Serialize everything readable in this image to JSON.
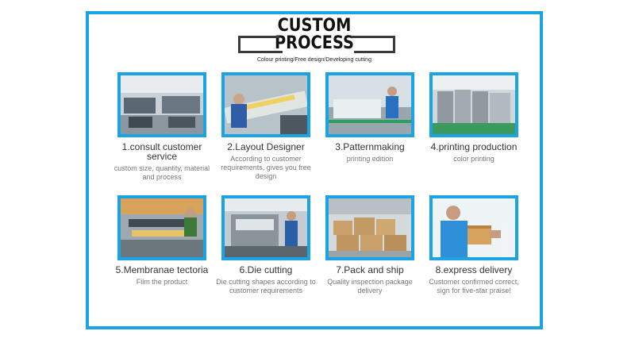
{
  "header": {
    "title_line1": "CUSTOM",
    "title_line2": "PROCESS",
    "subtitle": "Colour printing/Free design/Developing cutting"
  },
  "colors": {
    "accent": "#1ba3e3",
    "title": "#111111",
    "desc": "#777777"
  },
  "steps": [
    {
      "label": "1.consult customer service",
      "desc": "custom size, quantity, material and process",
      "photo": "office-cubicles"
    },
    {
      "label": "2.Layout Designer",
      "desc": "According to customer requirements, gives you free design",
      "photo": "worker-at-press"
    },
    {
      "label": "3.Patternmaking",
      "desc": "printing edition",
      "photo": "plate-making"
    },
    {
      "label": "4.printing production",
      "desc": "color printing",
      "photo": "printing-press"
    },
    {
      "label": "5.Membranae tectoria",
      "desc": "Film the product",
      "photo": "laminating-machine"
    },
    {
      "label": "6.Die cutting",
      "desc": "Die cutting shapes according to customer requirements",
      "photo": "die-cutting-machine"
    },
    {
      "label": "7.Pack and ship",
      "desc": "Quality inspection package delivery",
      "photo": "cardboard-boxes"
    },
    {
      "label": "8.express delivery",
      "desc": "Customer confirmed correct, sign for five-star praise!",
      "photo": "courier-handing-box"
    }
  ]
}
